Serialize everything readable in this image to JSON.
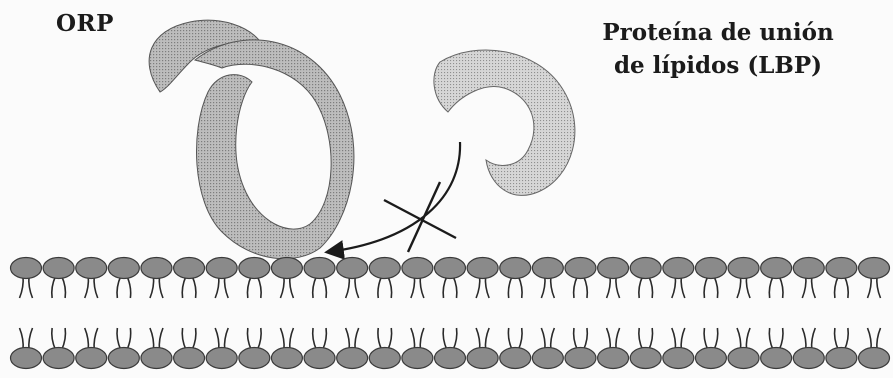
{
  "labels": {
    "orp": "ORP",
    "lbp_line1": "Proteína de unión",
    "lbp_line2": "de lípidos (LBP)"
  },
  "colors": {
    "background": "#fbfbfb",
    "protein_fill": "#a9a9a9",
    "lbp_fill": "#c4c4c4",
    "lipid_head": "#8a8a8a",
    "ink": "#1b1b1b"
  },
  "membrane": {
    "upper_leaflet_heads": 27,
    "lower_leaflet_heads": 27
  }
}
